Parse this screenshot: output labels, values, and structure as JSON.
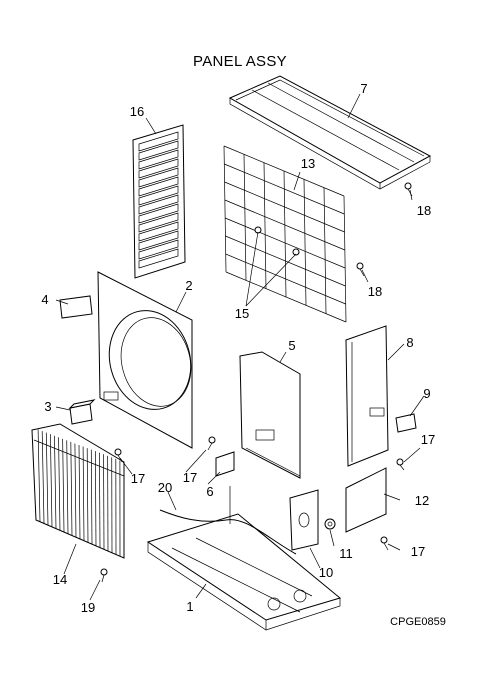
{
  "title": "PANEL ASSY",
  "diagram_code": "CPGE0859",
  "callouts": {
    "c1": "1",
    "c2": "2",
    "c3": "3",
    "c4": "4",
    "c5": "5",
    "c6": "6",
    "c7": "7",
    "c8": "8",
    "c9": "9",
    "c10": "10",
    "c11": "11",
    "c12": "12",
    "c13": "13",
    "c14": "14",
    "c15": "15",
    "c16": "16",
    "c17a": "17",
    "c17b": "17",
    "c17c": "17",
    "c17d": "17",
    "c18a": "18",
    "c18b": "18",
    "c19": "19",
    "c20": "20"
  }
}
